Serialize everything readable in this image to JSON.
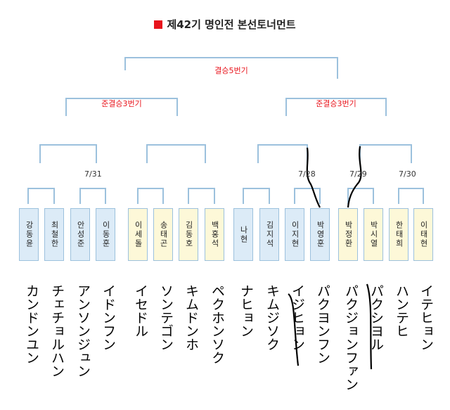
{
  "title": "제42기 명인전 본선토너먼트",
  "stages": {
    "final": "결승5번기",
    "semi_left": "준결승3번기",
    "semi_right": "준결승3번기"
  },
  "dates": [
    "7/31",
    "7/28",
    "7/29",
    "7/30"
  ],
  "players": [
    {
      "name": "강동윤",
      "katakana": "カンドンユン"
    },
    {
      "name": "최철한",
      "katakana": "チェチョルハン"
    },
    {
      "name": "안성준",
      "katakana": "アンソンジュン"
    },
    {
      "name": "이동훈",
      "katakana": "イドンフン"
    },
    {
      "name": "이세돌",
      "katakana": "イセドル"
    },
    {
      "name": "송태곤",
      "katakana": "ソンテゴン"
    },
    {
      "name": "김동호",
      "katakana": "キムドンホ"
    },
    {
      "name": "백홍석",
      "katakana": "ペクホンソク"
    },
    {
      "name": "나현",
      "katakana": "ナヒョン"
    },
    {
      "name": "김지석",
      "katakana": "キムジソク"
    },
    {
      "name": "이지현",
      "katakana": "イジヒョン"
    },
    {
      "name": "박영훈",
      "katakana": "パクヨンフン"
    },
    {
      "name": "박정환",
      "katakana": "パクジョンファン"
    },
    {
      "name": "박시열",
      "katakana": "パクシヨル"
    },
    {
      "name": "한태희",
      "katakana": "ハンテヒ"
    },
    {
      "name": "이태현",
      "katakana": "イテヒョン"
    }
  ],
  "colors": {
    "accent": "#e8141c",
    "line": "#9cc1dd",
    "box_blue": "#dcebf7",
    "box_yellow": "#fdf8d8"
  }
}
